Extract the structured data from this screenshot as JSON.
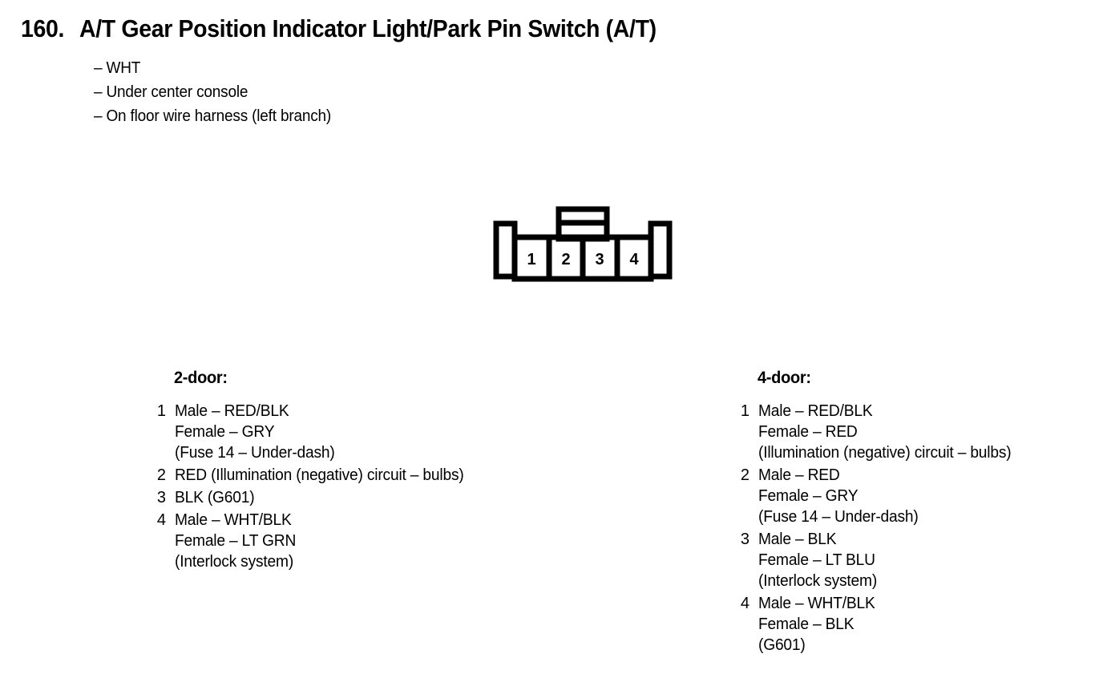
{
  "page": {
    "section_number": "160.",
    "title": "A/T Gear Position Indicator Light/Park Pin Switch (A/T)",
    "notes": [
      "– WHT",
      "– Under center console",
      "– On floor wire harness (left branch)"
    ]
  },
  "connector": {
    "cavity_count": 4,
    "cavities": [
      {
        "number": "1"
      },
      {
        "number": "2"
      },
      {
        "number": "3"
      },
      {
        "number": "4"
      }
    ],
    "line_color": "#000000",
    "fill_color": "#ffffff"
  },
  "columns": [
    {
      "heading": "2-door:",
      "pins": [
        {
          "number": "1",
          "lines": [
            "Male – RED/BLK",
            "Female – GRY",
            "(Fuse 14 – Under-dash)"
          ]
        },
        {
          "number": "2",
          "lines": [
            "RED (Illumination (negative) circuit – bulbs)"
          ]
        },
        {
          "number": "3",
          "lines": [
            "BLK (G601)"
          ]
        },
        {
          "number": "4",
          "lines": [
            "Male – WHT/BLK",
            "Female – LT GRN",
            "(Interlock system)"
          ]
        }
      ]
    },
    {
      "heading": "4-door:",
      "pins": [
        {
          "number": "1",
          "lines": [
            "Male – RED/BLK",
            "Female – RED",
            "(Illumination (negative) circuit – bulbs)"
          ]
        },
        {
          "number": "2",
          "lines": [
            "Male – RED",
            "Female – GRY",
            "(Fuse 14 – Under-dash)"
          ]
        },
        {
          "number": "3",
          "lines": [
            "Male – BLK",
            "Female – LT BLU",
            "(Interlock system)"
          ]
        },
        {
          "number": "4",
          "lines": [
            "Male – WHT/BLK",
            "Female – BLK",
            "(G601)"
          ]
        }
      ]
    }
  ]
}
